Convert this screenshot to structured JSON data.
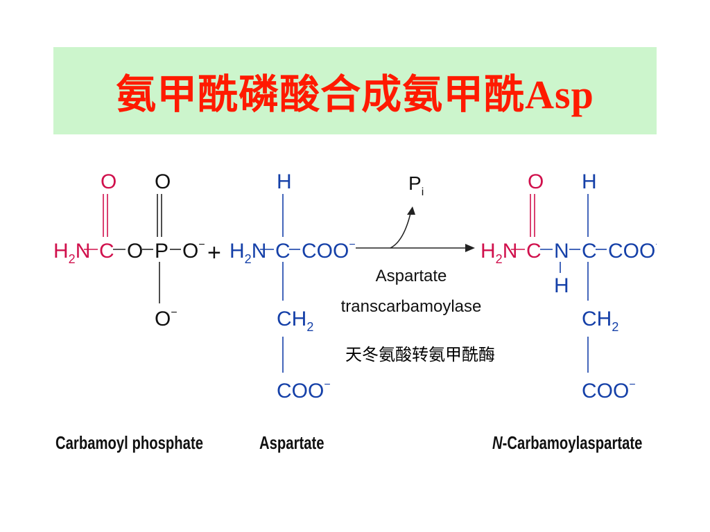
{
  "slide": {
    "title": "氨甲酰磷酸合成氨甲酰Asp",
    "enzyme_cn": "天冬氨酸转氨甲酰酶",
    "captions": {
      "left": "Carbamoyl phosphate",
      "middle": "Aspartate",
      "right_italic": "N",
      "right": "-Carbamoylaspartate"
    },
    "reaction": {
      "pi": "P",
      "pi_sub": "i",
      "enzyme_line1": "Aspartate",
      "enzyme_line2": "transcarbamoylase",
      "plus": "+"
    }
  },
  "colors": {
    "banner_bg": "#ccf5cc",
    "title": "#ff1a00",
    "carbamoyl": "#d0104c",
    "aspartate": "#1540a8"
  }
}
